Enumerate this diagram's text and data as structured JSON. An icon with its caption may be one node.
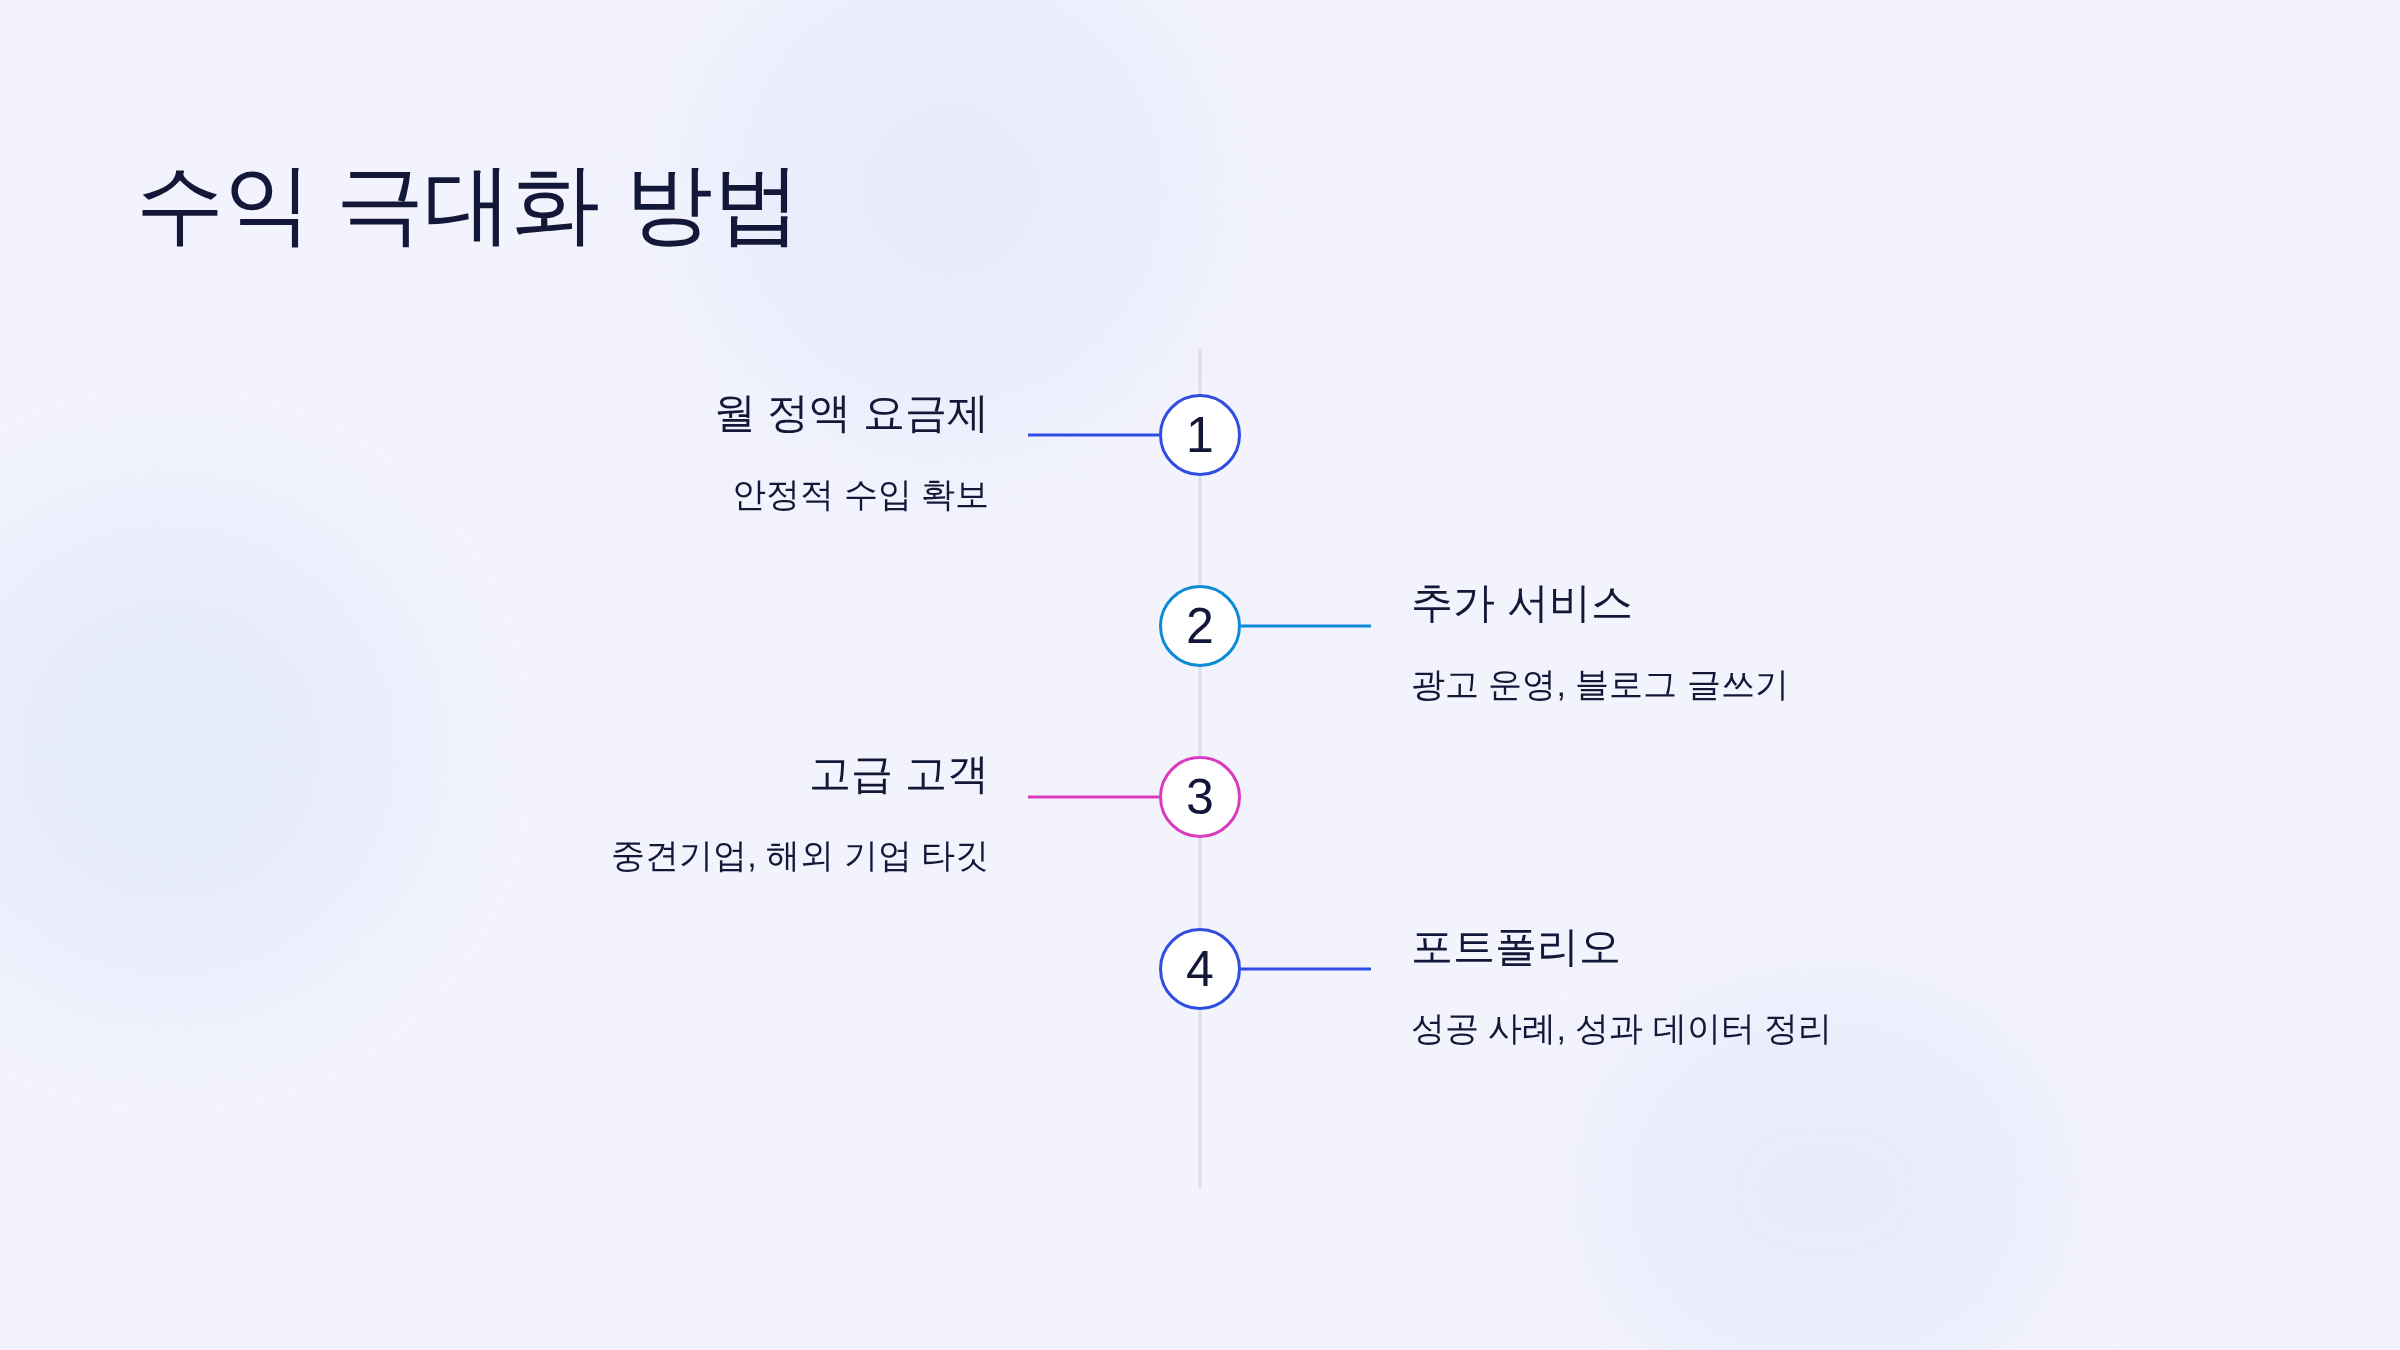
{
  "diagram": {
    "title": "수익 극대화 방법",
    "nodes": [
      {
        "text": [
          "월 정액 요금제",
          "안정적 수입 확보"
        ]
      },
      {
        "text": [
          "1"
        ]
      },
      {
        "text": [
          "2"
        ]
      },
      {
        "text": [
          "추가 서비스",
          "광고 운영, 블로그 글쓰기"
        ]
      },
      {
        "text": [
          "고급 고객",
          "중견기업, 해외 기업 타깃"
        ]
      },
      {
        "text": [
          "3"
        ]
      },
      {
        "text": [
          "4"
        ]
      },
      {
        "text": [
          "포트폴리오",
          "성공 사례, 성과 데이터 정리"
        ]
      }
    ],
    "edges": [
      {
        "from": 1,
        "to": 0,
        "arrow": "none",
        "color": "#2f4de0"
      },
      {
        "from": 2,
        "to": 3,
        "arrow": "none",
        "color": "#0b8bd6"
      },
      {
        "from": 5,
        "to": 4,
        "arrow": "none",
        "color": "#d93bbd"
      },
      {
        "from": 6,
        "to": 7,
        "arrow": "none",
        "color": "#2f4de0"
      },
      {
        "from": 1,
        "to": 2,
        "arrow": "none",
        "color": "#dcdde6"
      },
      {
        "from": 2,
        "to": 5,
        "arrow": "none",
        "color": "#dcdde6"
      },
      {
        "from": 5,
        "to": 6,
        "arrow": "none",
        "color": "#dcdde6"
      }
    ]
  }
}
